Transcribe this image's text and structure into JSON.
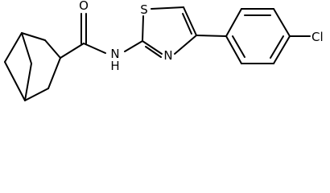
{
  "colors": {
    "background": "#ffffff",
    "bond": "#000000",
    "label": "#000000"
  },
  "atoms": {
    "oxygen": "O",
    "amide_nitrogen": "N",
    "amide_hydrogen": "H",
    "thiazole_sulfur": "S",
    "thiazole_nitrogen": "N",
    "chlorine": "Cl"
  }
}
